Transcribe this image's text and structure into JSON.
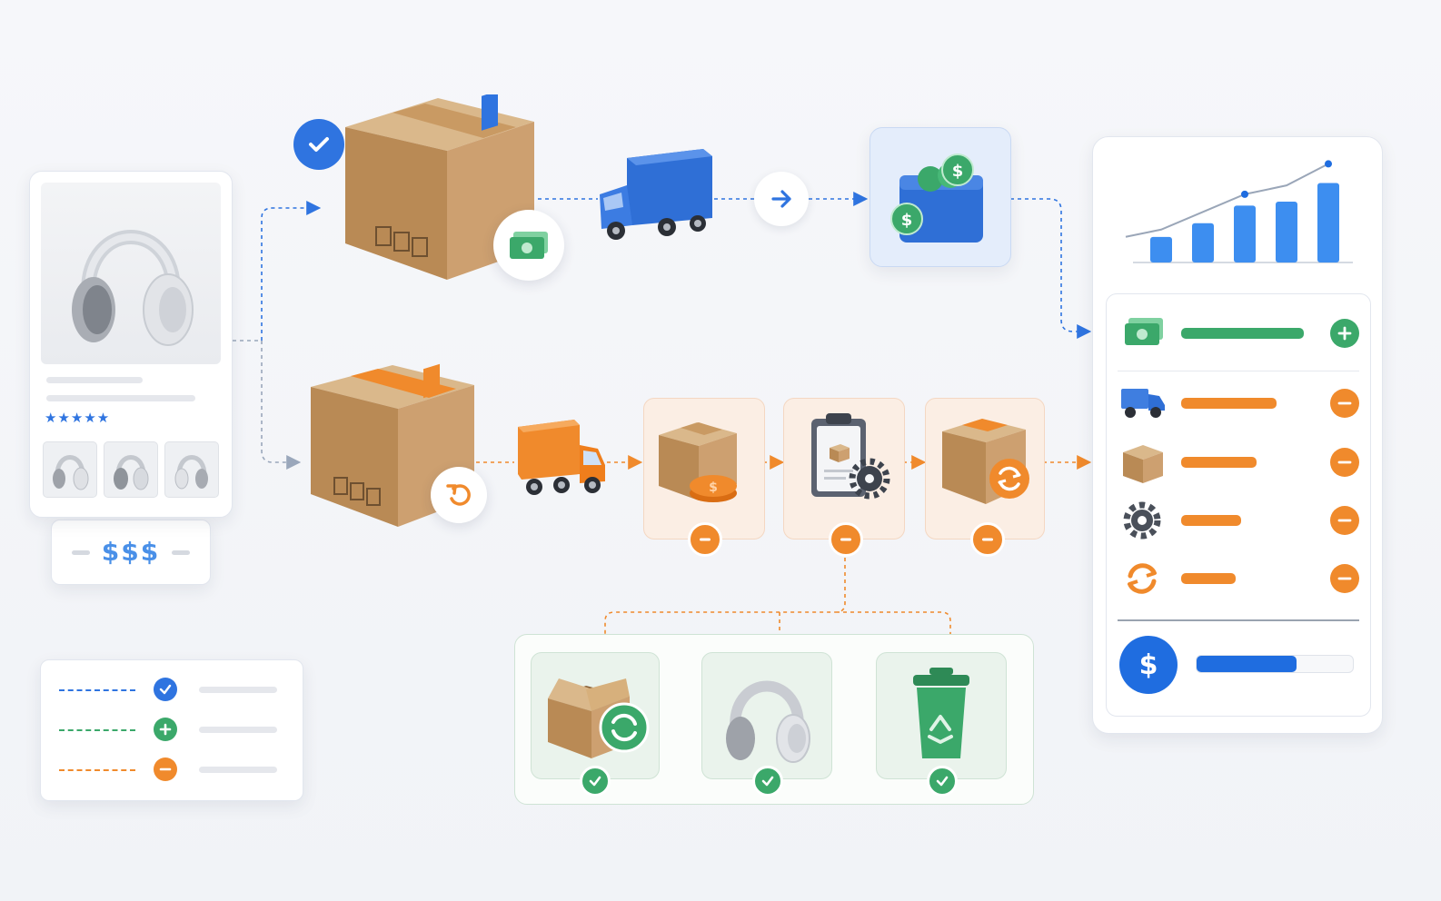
{
  "product": {
    "price_label": "$$$",
    "stars": "★★★★★",
    "thumbnail_count": 3
  },
  "flows": [
    {
      "name": "sale",
      "style": "dashed",
      "color": "#2f74e0"
    },
    {
      "name": "return",
      "style": "dashed",
      "color": "#f08a2c"
    }
  ],
  "icons": {
    "primary": [
      "headphones-icon",
      "box-icon",
      "check-icon",
      "cash-icon",
      "truck-icon",
      "arrow-right-icon",
      "wallet-icon",
      "bar-chart-icon"
    ],
    "return": [
      "box-icon",
      "undo-icon",
      "truck-icon",
      "coin-box-icon",
      "clipboard-gear-icon",
      "box-refresh-icon"
    ],
    "outcomes": [
      "open-box-refresh-icon",
      "headphones-icon",
      "recycle-bin-icon"
    ],
    "ledger": [
      "cash-icon",
      "truck-icon",
      "box-icon",
      "gear-icon",
      "refresh-icon",
      "dollar-icon"
    ]
  },
  "colors": {
    "blue": "#2f74e0",
    "orange": "#f08a2c",
    "green": "#3ba86a",
    "cardboard": "#c9a06c"
  },
  "chart_data": {
    "type": "bar",
    "categories": [],
    "values": [
      26,
      40,
      58,
      62,
      81
    ],
    "trend": [
      28,
      46,
      64,
      73,
      95
    ],
    "title": "",
    "xlabel": "",
    "ylabel": "",
    "ylim": [
      0,
      100
    ]
  },
  "ledger": {
    "lines": [
      {
        "icon": "cash-icon",
        "fill": 0.9,
        "sign": "plus",
        "color": "#3ba86a"
      },
      {
        "icon": "truck-icon",
        "fill": 0.7,
        "sign": "minus",
        "color": "#f08a2c"
      },
      {
        "icon": "box-icon",
        "fill": 0.55,
        "sign": "minus",
        "color": "#f08a2c"
      },
      {
        "icon": "gear-icon",
        "fill": 0.44,
        "sign": "minus",
        "color": "#f08a2c"
      },
      {
        "icon": "refresh-icon",
        "fill": 0.4,
        "sign": "minus",
        "color": "#f08a2c"
      }
    ],
    "total_fill": 0.64
  },
  "legend": [
    {
      "line_color": "#2f74e0",
      "badge": "check-icon"
    },
    {
      "line_color": "#3ba86a",
      "badge": "plus-icon"
    },
    {
      "line_color": "#f08a2c",
      "badge": "minus-icon"
    }
  ]
}
